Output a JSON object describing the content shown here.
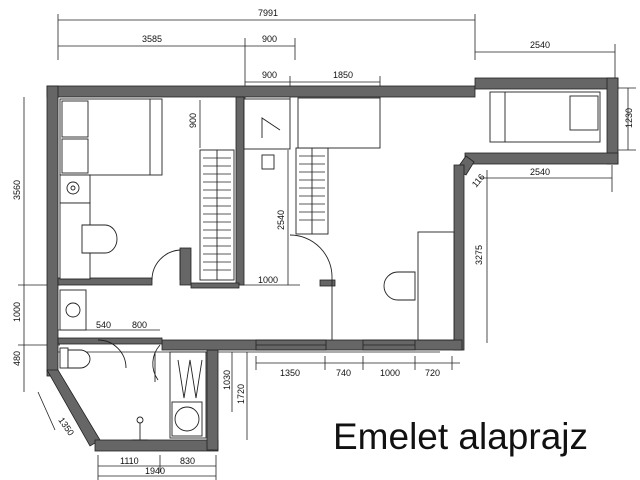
{
  "caption": "Emelet alaprajz",
  "dimensions": {
    "top_total": "7991",
    "top_3585": "3585",
    "top_900a": "900",
    "top_2540": "2540",
    "row2_900": "900",
    "row2_1850": "1850",
    "right_1230": "1230",
    "right_2540": "2540",
    "right_3275": "3275",
    "left_3560": "3560",
    "left_1000": "1000",
    "left_480": "480",
    "mid_900": "900",
    "mid_2540": "2540",
    "mid_1000": "1000",
    "mid_540": "540",
    "mid_800": "800",
    "bot_1350": "1350",
    "bot_740": "740",
    "bot_1000": "1000",
    "bot_720": "720",
    "v_1030": "1030",
    "v_1720": "1720",
    "diag_1350": "1350",
    "bot_1110": "1110",
    "bot_830": "830",
    "bot_1940": "1940",
    "corner_116": "116"
  },
  "colors": {
    "wall": "#666666",
    "line": "#222222",
    "bg": "#ffffff"
  }
}
